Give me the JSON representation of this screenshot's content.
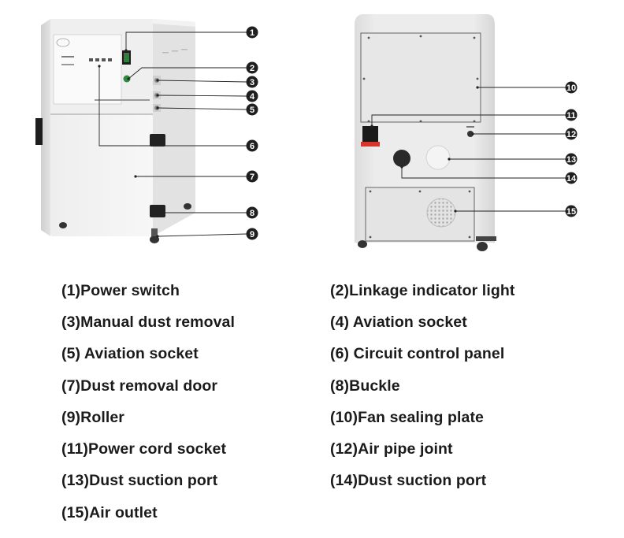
{
  "callouts": [
    {
      "id": 1,
      "label": "1"
    },
    {
      "id": 2,
      "label": "2"
    },
    {
      "id": 3,
      "label": "3"
    },
    {
      "id": 4,
      "label": "4"
    },
    {
      "id": 5,
      "label": "5"
    },
    {
      "id": 6,
      "label": "6"
    },
    {
      "id": 7,
      "label": "7"
    },
    {
      "id": 8,
      "label": "8"
    },
    {
      "id": 9,
      "label": "9"
    },
    {
      "id": 10,
      "label": "10"
    },
    {
      "id": 11,
      "label": "11"
    },
    {
      "id": 12,
      "label": "12"
    },
    {
      "id": 13,
      "label": "13"
    },
    {
      "id": 14,
      "label": "14"
    },
    {
      "id": 15,
      "label": "15"
    }
  ],
  "legend": [
    "(1)Power switch",
    "(2)Linkage indicator light",
    "(3)Manual dust removal",
    "(4) Aviation socket",
    "(5) Aviation socket",
    "(6) Circuit control panel",
    "(7)Dust removal door",
    "(8)Buckle",
    "(9)Roller",
    "(10)Fan sealing plate",
    "(11)Power cord socket",
    "(12)Air pipe joint",
    "(13)Dust suction port",
    "(14)Dust suction port",
    "(15)Air outlet"
  ],
  "colors": {
    "cabinet": "#e9e9e9",
    "cabinet_shade": "#d4d4d4",
    "callout_fill": "#1f1f1f",
    "leader_line": "#222222",
    "text": "#1b1b1b",
    "plug_red": "#d9342b"
  }
}
